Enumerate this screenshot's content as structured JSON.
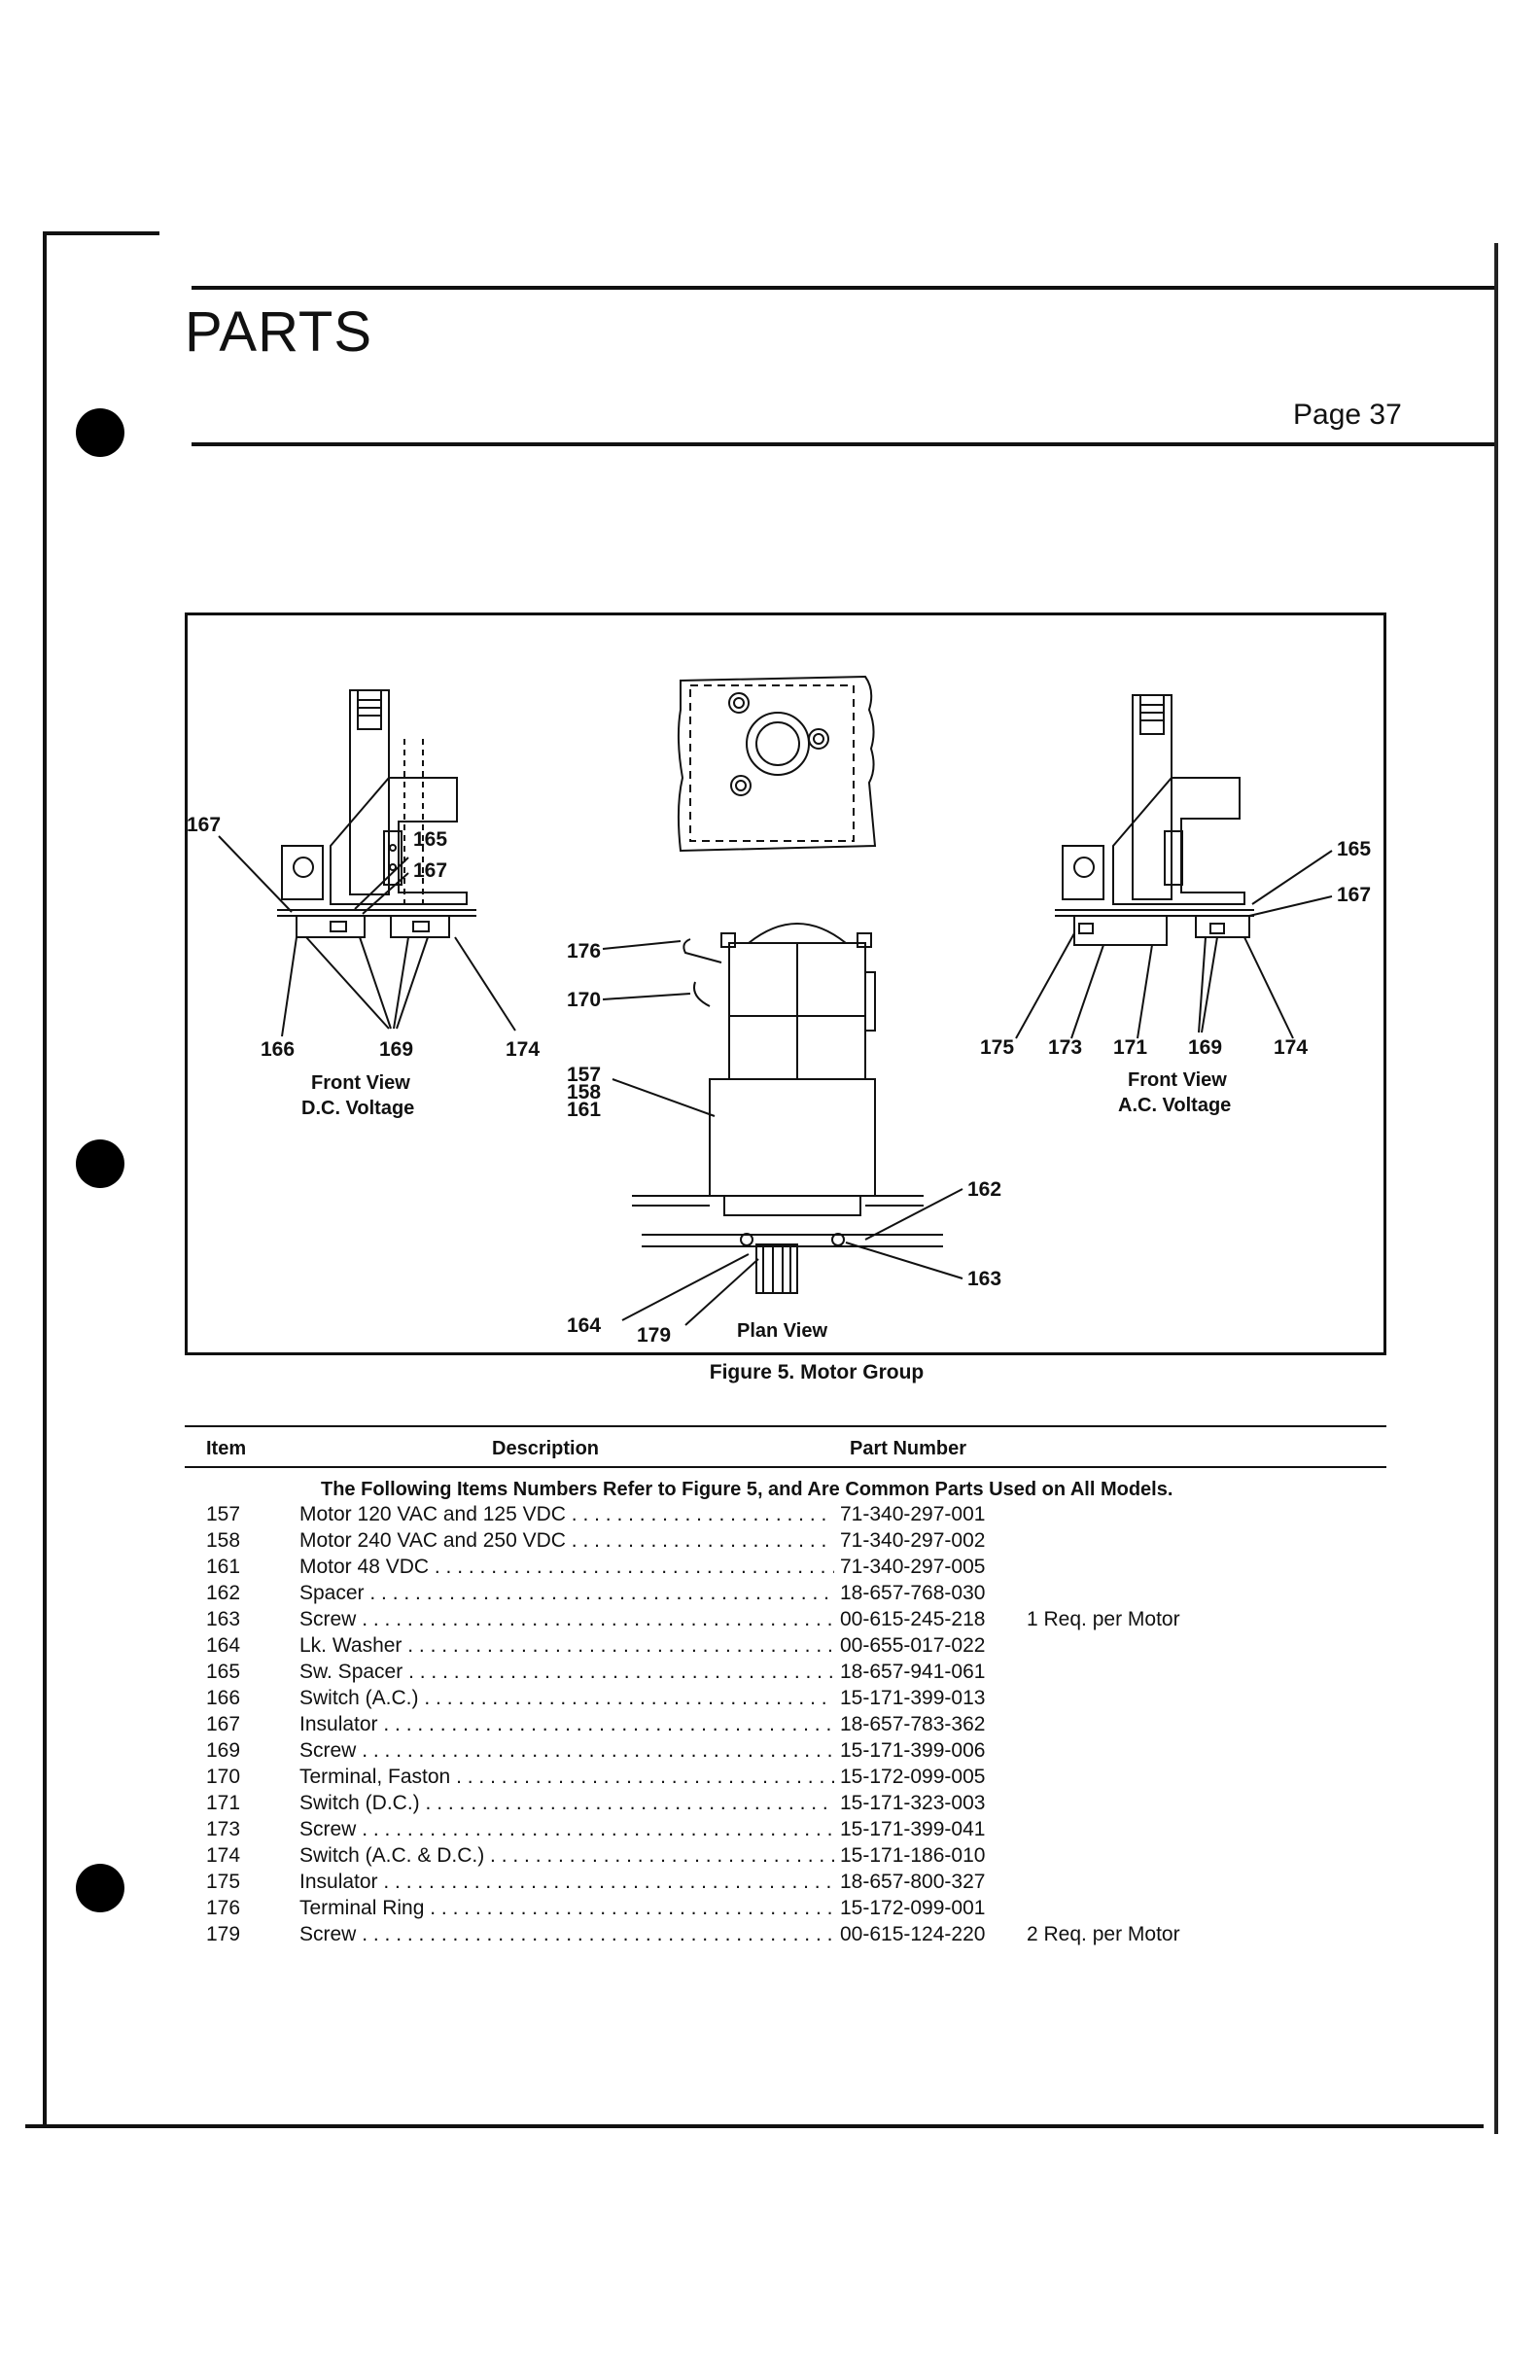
{
  "header": {
    "title": "PARTS",
    "page": "Page 37"
  },
  "figure": {
    "caption": "Figure 5. Motor Group",
    "left_view": {
      "line1": "Front View",
      "line2": "D.C. Voltage"
    },
    "right_view": {
      "line1": "Front View",
      "line2": "A.C. Voltage"
    },
    "plan_view": "Plan View",
    "callouts": {
      "c167_left": "167",
      "c165_left": "165",
      "c167_left2": "167",
      "c166": "166",
      "c169_left": "169",
      "c174_left": "174",
      "c176": "176",
      "c170": "170",
      "c157": "157",
      "c158": "158",
      "c161": "161",
      "c162": "162",
      "c163": "163",
      "c164": "164",
      "c179": "179",
      "c165_right": "165",
      "c167_right": "167",
      "c175": "175",
      "c173": "173",
      "c171": "171",
      "c169_right": "169",
      "c174_right": "174"
    }
  },
  "table": {
    "headers": {
      "item": "Item",
      "description": "Description",
      "part_number": "Part Number"
    },
    "intro": "The Following Items Numbers Refer to Figure 5, and Are Common Parts Used on All Models.",
    "rows": [
      {
        "item": "157",
        "description": "Motor 120 VAC and 125 VDC",
        "part_number": "71-340-297-001",
        "note": ""
      },
      {
        "item": "158",
        "description": "Motor 240 VAC and 250 VDC",
        "part_number": "71-340-297-002",
        "note": ""
      },
      {
        "item": "161",
        "description": "Motor 48 VDC",
        "part_number": "71-340-297-005",
        "note": ""
      },
      {
        "item": "162",
        "description": "Spacer",
        "part_number": "18-657-768-030",
        "note": ""
      },
      {
        "item": "163",
        "description": "Screw",
        "part_number": "00-615-245-218",
        "note": "1 Req. per Motor"
      },
      {
        "item": "164",
        "description": "Lk. Washer",
        "part_number": "00-655-017-022",
        "note": ""
      },
      {
        "item": "165",
        "description": "Sw. Spacer",
        "part_number": "18-657-941-061",
        "note": ""
      },
      {
        "item": "166",
        "description": "Switch (A.C.)",
        "part_number": "15-171-399-013",
        "note": ""
      },
      {
        "item": "167",
        "description": "Insulator",
        "part_number": "18-657-783-362",
        "note": ""
      },
      {
        "item": "169",
        "description": "Screw",
        "part_number": "15-171-399-006",
        "note": ""
      },
      {
        "item": "170",
        "description": "Terminal, Faston",
        "part_number": "15-172-099-005",
        "note": ""
      },
      {
        "item": "171",
        "description": "Switch (D.C.)",
        "part_number": "15-171-323-003",
        "note": ""
      },
      {
        "item": "173",
        "description": "Screw",
        "part_number": "15-171-399-041",
        "note": ""
      },
      {
        "item": "174",
        "description": "Switch (A.C. & D.C.)",
        "part_number": "15-171-186-010",
        "note": ""
      },
      {
        "item": "175",
        "description": "Insulator",
        "part_number": "18-657-800-327",
        "note": ""
      },
      {
        "item": "176",
        "description": "Terminal Ring",
        "part_number": "15-172-099-001",
        "note": ""
      },
      {
        "item": "179",
        "description": "Screw",
        "part_number": "00-615-124-220",
        "note": "2 Req. per Motor"
      }
    ]
  }
}
